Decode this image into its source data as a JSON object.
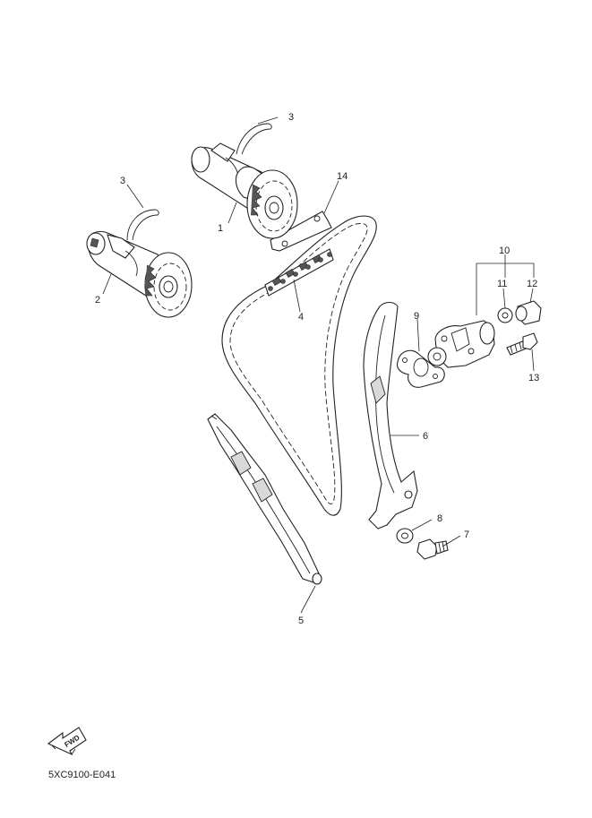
{
  "diagram": {
    "callouts": [
      {
        "id": "1",
        "text": "1"
      },
      {
        "id": "2",
        "text": "2"
      },
      {
        "id": "3a",
        "text": "3"
      },
      {
        "id": "3b",
        "text": "3"
      },
      {
        "id": "4",
        "text": "4"
      },
      {
        "id": "5",
        "text": "5"
      },
      {
        "id": "6",
        "text": "6"
      },
      {
        "id": "7",
        "text": "7"
      },
      {
        "id": "8",
        "text": "8"
      },
      {
        "id": "9",
        "text": "9"
      },
      {
        "id": "10",
        "text": "10"
      },
      {
        "id": "11",
        "text": "11"
      },
      {
        "id": "12",
        "text": "12"
      },
      {
        "id": "13",
        "text": "13"
      },
      {
        "id": "14",
        "text": "14"
      }
    ],
    "fwd_label": "FWD",
    "drawing_code": "5XC9100-E041"
  }
}
